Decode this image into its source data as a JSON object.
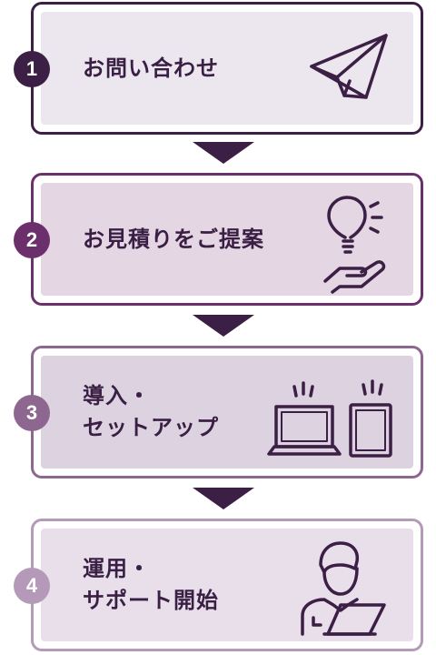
{
  "colors": {
    "step1": {
      "border": "#3b1f45",
      "fill": "#ece7ee",
      "badge": "#3b1f45"
    },
    "step2": {
      "border": "#6b2f6c",
      "fill": "#e5d6e4",
      "badge": "#6b2f6c"
    },
    "step3": {
      "border": "#8d678f",
      "fill": "#ddd2df",
      "badge": "#8d678f"
    },
    "step4": {
      "border": "#b499b8",
      "fill": "#e8dfeb",
      "badge": "#b499b8"
    },
    "arrow": "#3b1f45",
    "text": "#3a1f44"
  },
  "steps": [
    {
      "number": "1",
      "lines": [
        "お問い合わせ"
      ],
      "icon": "paper-plane-icon"
    },
    {
      "number": "2",
      "lines": [
        "お見積りをご提案"
      ],
      "icon": "lightbulb-hand-icon"
    },
    {
      "number": "3",
      "lines": [
        "導入・",
        "セットアップ"
      ],
      "icon": "laptop-tablet-icon"
    },
    {
      "number": "4",
      "lines": [
        "運用・",
        "サポート開始"
      ],
      "icon": "support-person-icon"
    }
  ]
}
